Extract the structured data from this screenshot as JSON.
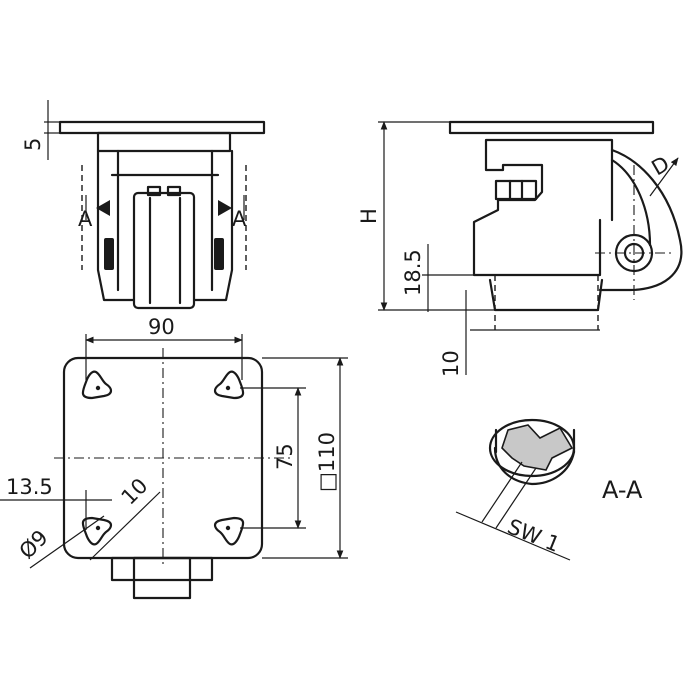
{
  "labels": {
    "dim_5": "5",
    "dim_90": "90",
    "dim_75": "75",
    "dim_110": "□110",
    "dim_13_5": "13.5",
    "dim_10_hole": "10",
    "dim_9": "Ø9",
    "dim_H": "H",
    "dim_18_5": "18.5",
    "dim_10_stroke": "10",
    "dim_D": "D",
    "dim_SW": "SW 1",
    "section_left": "A",
    "section_right": "A",
    "section_title": "A-A"
  }
}
